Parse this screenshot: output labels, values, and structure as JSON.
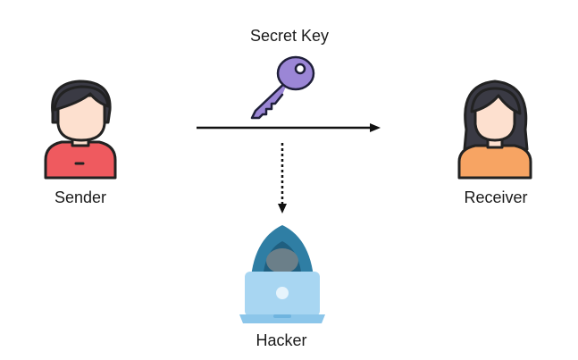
{
  "nodes": {
    "sender": {
      "label": "Sender"
    },
    "receiver": {
      "label": "Receiver"
    },
    "hacker": {
      "label": "Hacker"
    },
    "secret_key": {
      "label": "Secret Key"
    }
  },
  "colors": {
    "key": "#9b86d6",
    "key_outline": "#1f1f3a",
    "sender_shirt": "#ef5a5f",
    "receiver_shirt": "#f7a463",
    "skin": "#fde0cf",
    "hair": "#3a3a44",
    "hood": "#2f7ea4",
    "laptop": "#a8d6f2",
    "arrow": "#111111"
  },
  "icons": {
    "sender": "man-avatar-icon",
    "receiver": "woman-avatar-icon",
    "hacker": "hooded-hacker-laptop-icon",
    "key": "key-icon"
  }
}
